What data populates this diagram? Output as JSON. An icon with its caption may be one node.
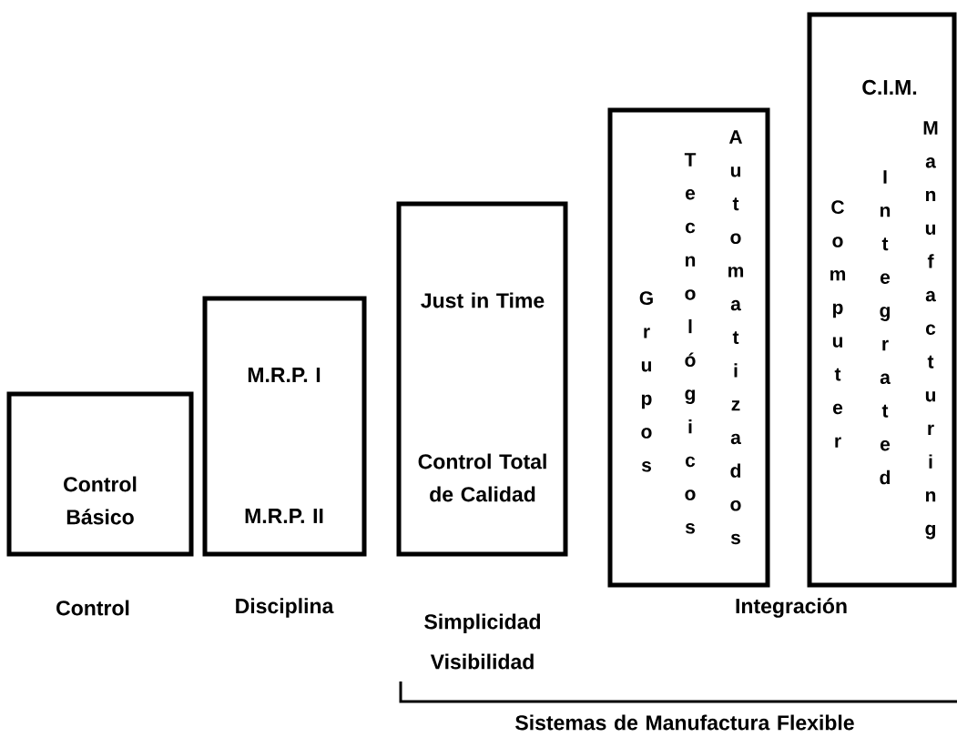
{
  "diagram": {
    "nodes": [
      {
        "text": [
          "Control Básico"
        ]
      },
      {
        "text": [
          "M.R.P. I",
          "M.R.P. II"
        ]
      },
      {
        "text": [
          "Just in Time",
          "Control Total de Calidad"
        ]
      },
      {
        "text": [
          "Grupos",
          "Tecnológicos",
          "Automatizados"
        ]
      },
      {
        "text": [
          "C.I.M.",
          "Computer",
          "Integrated",
          "Manufacturing"
        ]
      }
    ],
    "labels": [
      "Control",
      "Disciplina",
      "Simplicidad Visibilidad",
      "Integración",
      "Sistemas de Manufactura Flexible"
    ]
  }
}
